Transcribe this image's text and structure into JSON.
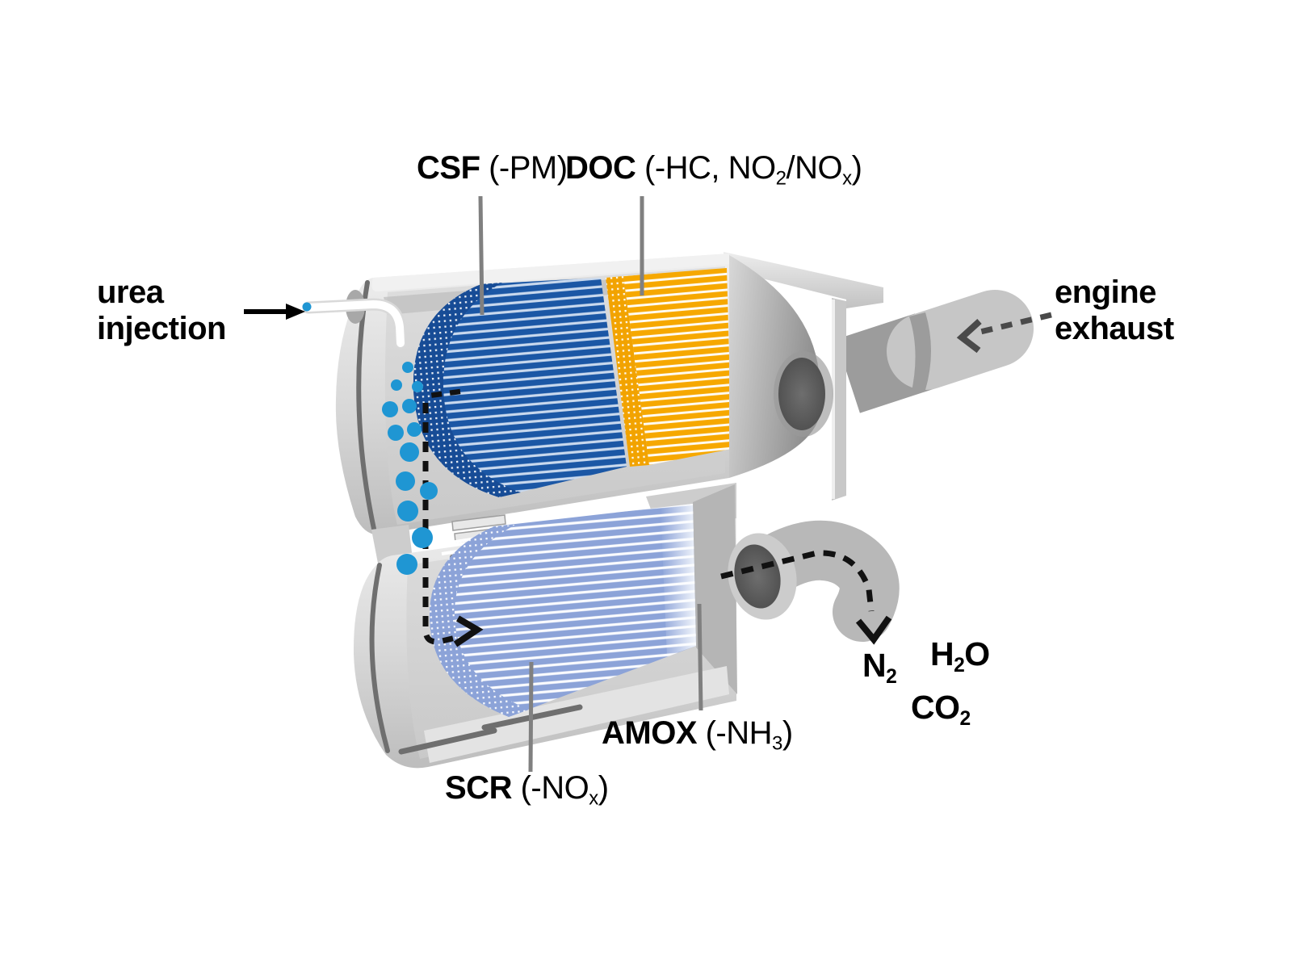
{
  "diagram": {
    "type": "diesel-exhaust-aftertreatment-cutaway",
    "labels": {
      "csf": [
        {
          "t": "CSF",
          "b": true
        },
        {
          "t": " (-PM)"
        }
      ],
      "doc": [
        {
          "t": "DOC",
          "b": true
        },
        {
          "t": " (-HC, NO"
        },
        {
          "t": "2",
          "sub": true
        },
        {
          "t": "/NO"
        },
        {
          "t": "x",
          "sub": true
        },
        {
          "t": ")"
        }
      ],
      "scr": [
        {
          "t": "SCR",
          "b": true
        },
        {
          "t": " (-NO"
        },
        {
          "t": "x",
          "sub": true
        },
        {
          "t": ")"
        }
      ],
      "amox": [
        {
          "t": "AMOX",
          "b": true
        },
        {
          "t": " (-NH"
        },
        {
          "t": "3",
          "sub": true
        },
        {
          "t": ")"
        }
      ],
      "urea_injection": "urea\ninjection",
      "engine_exhaust": "engine\nexhaust"
    },
    "products": {
      "n2": [
        {
          "t": "N",
          "b": true
        },
        {
          "t": "2",
          "sub": true,
          "b": true
        }
      ],
      "h2o": [
        {
          "t": "H",
          "b": true
        },
        {
          "t": "2",
          "sub": true,
          "b": true
        },
        {
          "t": "O",
          "b": true
        }
      ],
      "co2": [
        {
          "t": "CO",
          "b": true
        },
        {
          "t": "2",
          "sub": true,
          "b": true
        }
      ]
    },
    "icons": {
      "urea_arrow": "solid-right-arrow",
      "engine_exhaust_arrow": "dashed-left-arrow",
      "urea_flow_path": "dashed-elbow-arrow",
      "outlet_flow_path": "dashed-curve-arrow"
    },
    "colors": {
      "csf_blue": "#1B57A5",
      "csf_stripe": "#C9D9EE",
      "doc_orange": "#F6A800",
      "scr_periwinkle": "#8CA3D8",
      "droplet_blue": "#1F96D3",
      "shell_light_gray": "#E9E9E9",
      "shell_mid_gray": "#C4C4C4",
      "seam_gray": "#6F6F6F",
      "leader_gray": "#808080",
      "opening_dark_gray": "#5D5D5D",
      "dash_black": "#111111",
      "exhaust_dash_gray": "#4A4A4A"
    }
  }
}
